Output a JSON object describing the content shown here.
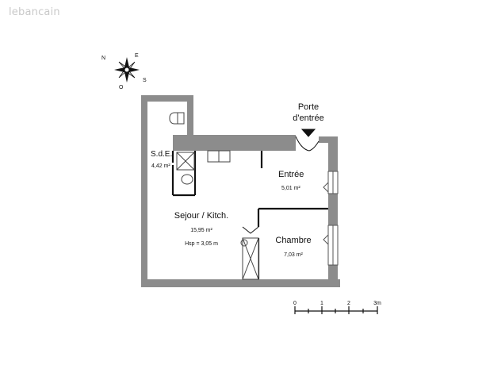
{
  "watermark": "lebancain",
  "compass": {
    "n": "N",
    "e": "E",
    "s": "S",
    "w": "O"
  },
  "entrance": {
    "line1": "Porte",
    "line2": "d'entrée"
  },
  "rooms": {
    "sde": {
      "name": "S.d.E.",
      "area": "4,42 m²"
    },
    "entree": {
      "name": "Entrée",
      "area": "5,01 m²"
    },
    "sejour": {
      "name": "Sejour / Kitch.",
      "area": "15,95 m²",
      "hsp": "Hsp = 3,05 m"
    },
    "chambre": {
      "name": "Chambre",
      "area": "7,03 m²"
    }
  },
  "scale": {
    "labels": [
      "0",
      "1",
      "2",
      "3m"
    ]
  },
  "colors": {
    "wall": "#8c8c8c",
    "ink": "#111111",
    "watermark": "#c9c9c9"
  }
}
